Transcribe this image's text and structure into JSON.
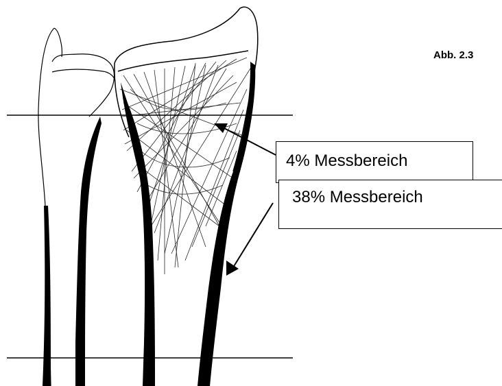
{
  "figure": {
    "label": "Abb. 2.3"
  },
  "callouts": [
    {
      "label": "4% Messbereich"
    },
    {
      "label": "38% Messbereich"
    }
  ]
}
